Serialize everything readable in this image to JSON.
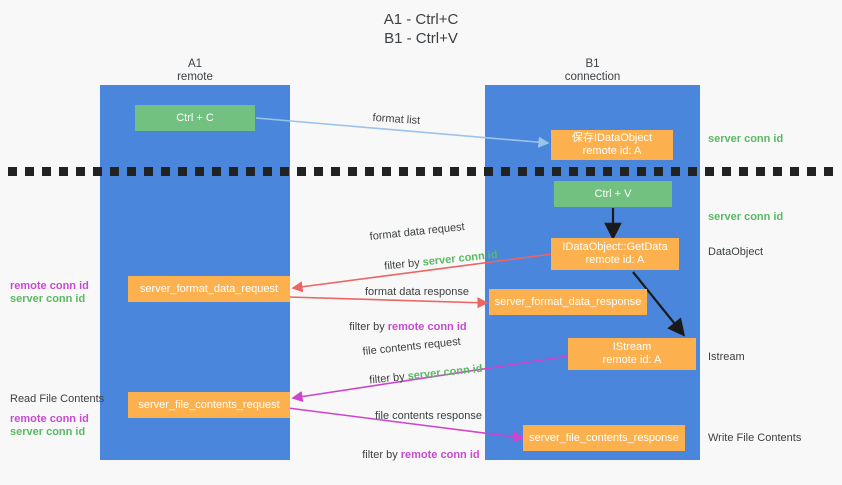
{
  "title": "A1 - Ctrl+C\nB1 - Ctrl+V",
  "lanes": [
    {
      "name": "A1",
      "sub": "remote",
      "header": "A1\nremote"
    },
    {
      "name": "B1",
      "sub": "connection",
      "header": "B1\nconnection"
    }
  ],
  "boxes": {
    "ctrl_c": "Ctrl + C",
    "ctrl_v": "Ctrl + V",
    "save_idataobject": "保存IDataObject\nremote id: A",
    "getdata": "IDataObject::GetData\nremote id: A",
    "istream": "IStream\nremote id: A",
    "server_format_data_request": "server_format_data_request",
    "server_format_data_response": "server_format_data_response",
    "server_file_contents_request": "server_file_contents_request",
    "server_file_contents_response": "server_file_contents_response"
  },
  "arrows": {
    "format_list": "format list",
    "format_data_request": "format data request",
    "format_data_response": "format data response",
    "file_contents_request": "file contents request",
    "file_contents_response": "file contents response",
    "filter_by": "filter by "
  },
  "ids": {
    "server_conn_id": "server conn id",
    "remote_conn_id": "remote conn id"
  },
  "side_labels": {
    "server_conn_id_top": "server conn id",
    "server_conn_id_second": "server conn id",
    "dataobject": "DataObject",
    "istream": "Istream",
    "write_file_contents": "Write File Contents",
    "read_file_contents": "Read File Contents"
  },
  "colors": {
    "lane": "#4a86db",
    "green_box": "#73c180",
    "orange_box": "#fcb14e",
    "green_text": "#5ab963",
    "purple_text": "#c64bd0",
    "red_arrow": "#ec6464",
    "magenta_arrow": "#cf43cf",
    "blue_arrow": "#9cc3ea",
    "black_arrow": "#1a1a1a",
    "background": "#f8f8f8"
  }
}
